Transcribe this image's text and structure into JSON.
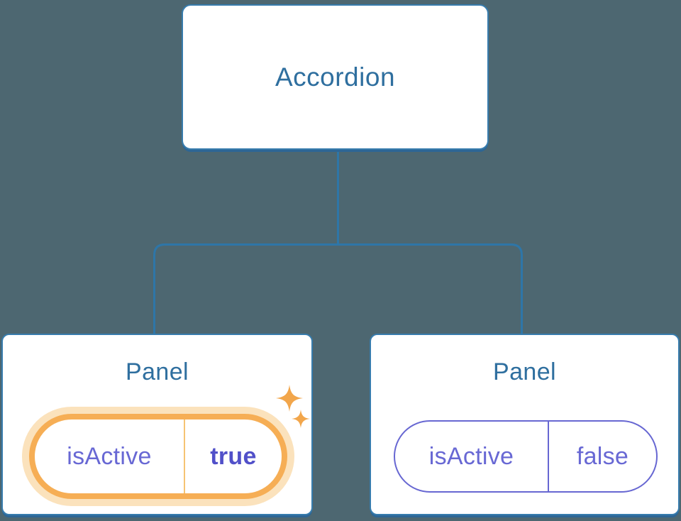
{
  "diagram": {
    "root": {
      "label": "Accordion"
    },
    "panels": [
      {
        "label": "Panel",
        "state_name": "isActive",
        "state_value": "true",
        "active": true
      },
      {
        "label": "Panel",
        "state_name": "isActive",
        "state_value": "false",
        "active": false
      }
    ]
  },
  "icons": {
    "sparkle_large": "four-pointed-star",
    "sparkle_small": "four-pointed-star"
  },
  "colors": {
    "background": "#4D6771",
    "node_border": "#377CAD",
    "node_shadow": "#2D6695",
    "connector_line": "#2E76A8",
    "node_text": "#2F6F9F",
    "state_text": "#6868D4",
    "state_value_active": "#5150C9",
    "active_pill_border": "#F6AE55",
    "active_pill_glow": "#FBE2BC",
    "active_pill_divider": "#F6C473",
    "inactive_pill_border": "#6767D2",
    "sparkle": "#F2A64B"
  }
}
